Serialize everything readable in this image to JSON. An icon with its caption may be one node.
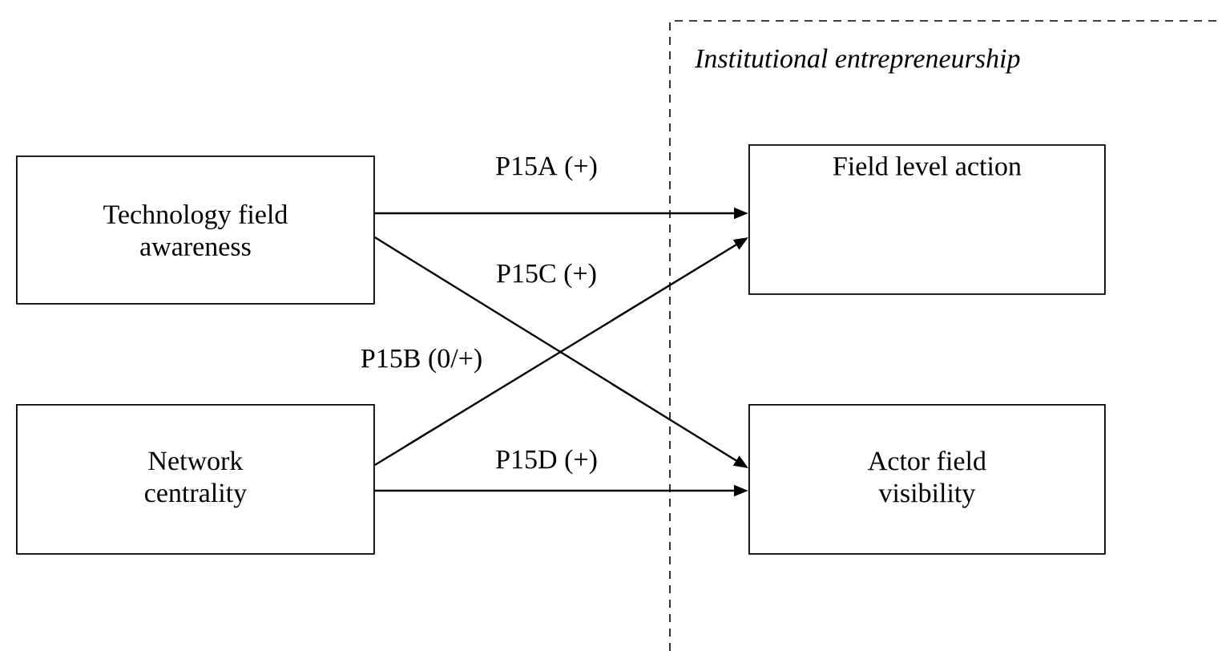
{
  "diagram": {
    "nodes": [
      {
        "text": [
          "Technology field awareness"
        ]
      },
      {
        "text": [
          "Network centrality"
        ]
      },
      {
        "text": [
          "Institutional entrepreneurship"
        ]
      },
      {
        "text": [
          "Field level action"
        ],
        "in": 2
      },
      {
        "text": [
          "Actor field visibility"
        ],
        "in": 2
      }
    ],
    "edges": [
      {
        "from": 0,
        "to": 3,
        "arrow": "to",
        "label": "P15A (+)"
      },
      {
        "from": 0,
        "to": 4,
        "arrow": "to",
        "label": "P15C (+)"
      },
      {
        "from": 1,
        "to": 3,
        "arrow": "to",
        "label": "P15B (0/+)"
      },
      {
        "from": 1,
        "to": 4,
        "arrow": "to",
        "label": "P15D (+)"
      }
    ]
  }
}
